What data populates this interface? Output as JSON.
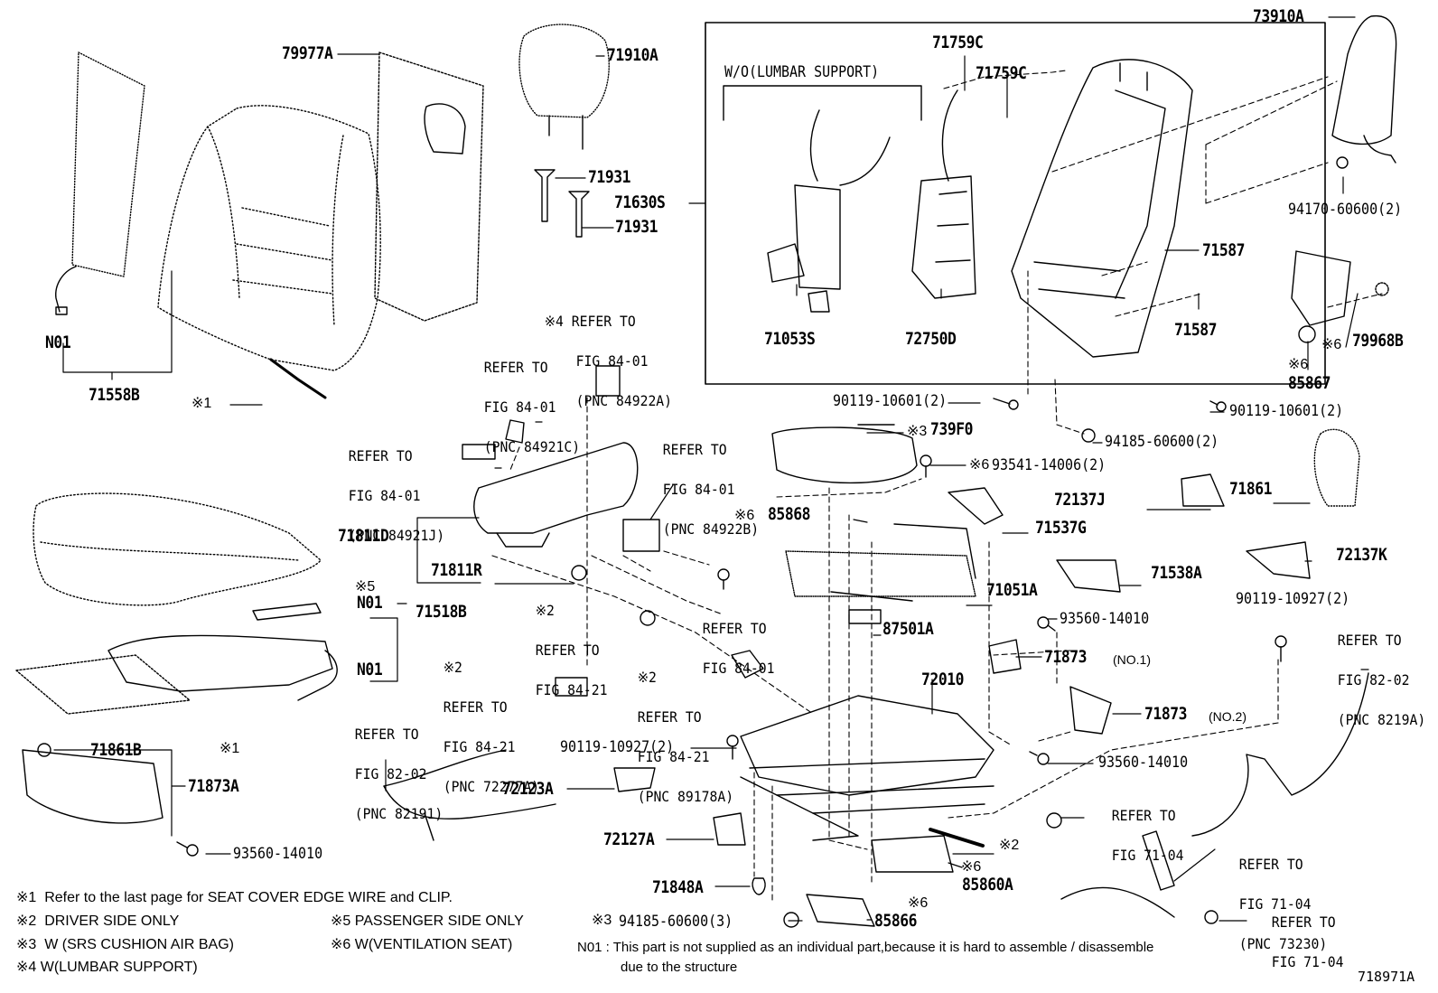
{
  "parts": {
    "p79977A": "79977A",
    "p71910A": "71910A",
    "p71931_1": "71931",
    "p71931_2": "71931",
    "p71630S": "71630S",
    "p71759C_1": "71759C",
    "p71759C_2": "71759C",
    "p73910A": "73910A",
    "wo_lumbar": "W/O(LUMBAR SUPPORT)",
    "p71053S": "71053S",
    "p72750D": "72750D",
    "p71587_1": "71587",
    "p71587_2": "71587",
    "p94170": "94170-60600(2)",
    "p79968B": "79968B",
    "p79968B_mark": "※6",
    "p85867_mark": "※6",
    "p85867": "85867",
    "pN01_a": "N01",
    "p71558B": "71558B",
    "mark1_a": "※1",
    "p90119_10601_a": "90119-10601(2)",
    "p90119_10601_b": "90119-10601(2)",
    "p739F0_mark": "※3",
    "p739F0": "739F0",
    "p94185_a": "94185-60600(2)",
    "p93541_mark": "※6",
    "p93541": "93541-14006(2)",
    "p71861": "71861",
    "p72137J": "72137J",
    "p85868_mark": "※6",
    "p85868": "85868",
    "p71537G": "71537G",
    "p71811D": "71811D",
    "p71811R": "71811R",
    "p71051A": "71051A",
    "p71538A": "71538A",
    "p72137K": "72137K",
    "p90119_10927_a": "90119-10927(2)",
    "p93560_a": "93560-14010",
    "p87501A": "87501A",
    "mark5": "※5",
    "pN01_b": "N01",
    "p71518B": "71518B",
    "pN01_c": "N01",
    "p71873_1": "71873",
    "p71873_1_note": "(NO.1)",
    "p72010": "72010",
    "p71873_2": "71873",
    "p71873_2_note": "(NO.2)",
    "p71861B": "71861B",
    "mark1_b": "※1",
    "p71873A": "71873A",
    "p90119_10927_b": "90119-10927(2)",
    "p93560_b": "93560-14010",
    "p72123A": "72123A",
    "p93560_c": "93560-14010",
    "p72127A": "72127A",
    "mark2_a": "※2",
    "mark6_a": "※6",
    "p85860A": "85860A",
    "p71848A": "71848A",
    "mark6_b": "※6",
    "p85866": "85866",
    "p94185_b_mark": "※3",
    "p94185_b": "94185-60600(3)"
  },
  "refs": {
    "r84922A": {
      "mark": "※4",
      "l1": "REFER TO",
      "l2": "FIG 84-01",
      "l3": "(PNC 84922A)"
    },
    "r84921C": {
      "l1": "REFER TO",
      "l2": "FIG 84-01",
      "l3": "(PNC 84921C)"
    },
    "r84921J": {
      "l1": "REFER TO",
      "l2": "FIG 84-01",
      "l3": "(PNC 84921J)"
    },
    "r84922B": {
      "l1": "REFER TO",
      "l2": "FIG 84-01",
      "l3": "(PNC 84922B)"
    },
    "r8421_a": {
      "mark": "※2",
      "l1": "REFER TO",
      "l2": "FIG 84-21"
    },
    "r8401": {
      "l1": "REFER TO",
      "l2": "FIG 84-01"
    },
    "r72277A": {
      "mark": "※2",
      "l1": "REFER TO",
      "l2": "FIG 84-21",
      "l3": "(PNC 72277A)"
    },
    "r89178A": {
      "mark": "※2",
      "l1": "REFER TO",
      "l2": "FIG 84-21",
      "l3": "(PNC 89178A)"
    },
    "r82191": {
      "l1": "REFER TO",
      "l2": "FIG 82-02",
      "l3": "(PNC 82191)"
    },
    "r8219A": {
      "l1": "REFER TO",
      "l2": "FIG 82-02",
      "l3": "(PNC 8219A)"
    },
    "r7104_a": {
      "l1": "REFER TO",
      "l2": "FIG 71-04"
    },
    "r73230": {
      "l1": "REFER TO",
      "l2": "FIG 71-04",
      "l3": "(PNC 73230)"
    },
    "r7104_b": {
      "l1": "REFER TO",
      "l2": "FIG 71-04"
    }
  },
  "notes": {
    "n1": "※1  Refer to the last page for SEAT COVER EDGE WIRE and CLIP.",
    "n2": "※2  DRIVER SIDE ONLY",
    "n3": "※3  W (SRS CUSHION AIR BAG)",
    "n4": "※4 W(LUMBAR SUPPORT)",
    "n5": "※5 PASSENGER SIDE ONLY",
    "n6": "※6 W(VENTILATION SEAT)",
    "n01_l1": "N01 : This part is not supplied as an individual part,because it is hard to assemble / disassemble",
    "n01_l2": "due to the structure"
  },
  "figure_id": "718971A"
}
